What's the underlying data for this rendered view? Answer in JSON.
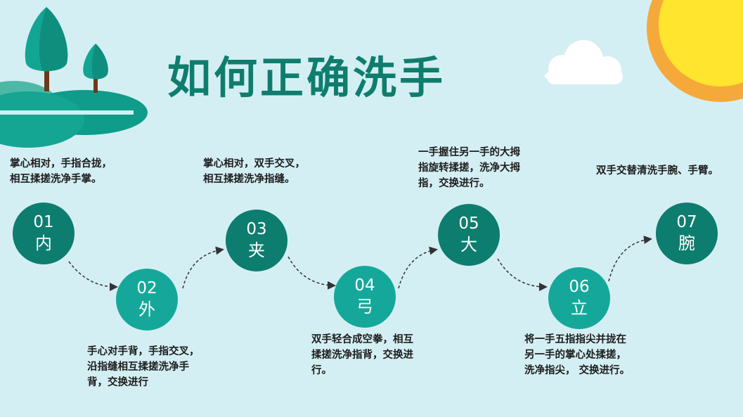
{
  "title": "如何正确洗手",
  "steps": [
    {
      "num": "01",
      "char": "内",
      "desc": [
        "掌心相对，手指合拢，",
        "相互揉搓洗净手掌。"
      ]
    },
    {
      "num": "02",
      "char": "外",
      "desc": [
        "手心对手背，手指交叉，",
        "沿指缝相互揉搓洗净手",
        "背，交换进行"
      ]
    },
    {
      "num": "03",
      "char": "夹",
      "desc": [
        "掌心相对，双手交叉，",
        "相互揉搓洗净指缝。"
      ]
    },
    {
      "num": "04",
      "char": "弓",
      "desc": [
        "双手轻合成空拳，相互",
        "揉搓洗净指背，交换进",
        "行。"
      ]
    },
    {
      "num": "05",
      "char": "大",
      "desc": [
        "一手握住另一手的大拇",
        "指旋转揉搓，洗净大拇",
        "指，交换进行。"
      ]
    },
    {
      "num": "06",
      "char": "立",
      "desc": [
        "将一手五指指尖并拢在",
        "另一手的掌心处揉搓，",
        "洗净指尖， 交换进行。"
      ]
    },
    {
      "num": "07",
      "char": "腕",
      "desc": [
        "双手交替清洗手腕、手臂。"
      ]
    }
  ],
  "colors": {
    "background": "#d4eff3",
    "title": "#0f7d6e",
    "circle_dark": "#0d7d6f",
    "circle_light": "#15a89a",
    "sun": "#ffe52e",
    "sun_ring": "#f6a93b"
  },
  "icons": [
    "tree-icon",
    "hill-icon",
    "cloud-icon",
    "sun-icon",
    "dashed-arrow-icon"
  ]
}
